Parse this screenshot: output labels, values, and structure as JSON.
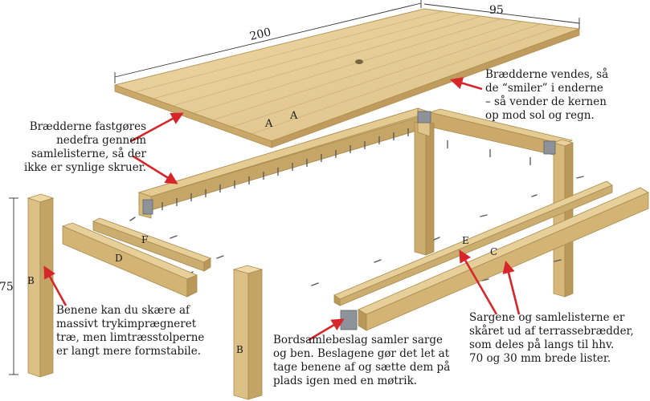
{
  "dimensions": {
    "length": "200",
    "width": "95",
    "height": "75"
  },
  "part_labels": {
    "top_a1": "A",
    "top_a2": "A",
    "leg_left": "B",
    "leg_center": "B",
    "rail_c": "C",
    "rail_d": "D",
    "rail_e": "E",
    "rail_f": "F"
  },
  "notes": {
    "boards_fastening": [
      "Brædderne fastgøres",
      "nedefra gennem",
      "samlelisterne, så der",
      "ikke er synlige skruer."
    ],
    "boards_smile": [
      "Brædderne vendes, så",
      "de “smiler” i enderne",
      "– så vender de kernen",
      "op mod sol og regn."
    ],
    "legs": [
      "Benene kan du skære af",
      "massivt trykimprægneret",
      "træ, men limtræsstolperne",
      "er langt mere formstabile."
    ],
    "brackets": [
      "Bordsamlebeslag samler sarge",
      "og ben. Beslagene gør det let at",
      "tage benene af og sætte dem på",
      "plads igen med en møtrik."
    ],
    "rails": [
      "Sargene og samlelisterne er",
      "skåret ud af terrassebrædder,",
      "som deles på langs til hhv.",
      "70 og 30 mm brede lister."
    ]
  },
  "colors": {
    "wood_light": "#e6cf98",
    "wood_mid": "#d8bb7c",
    "wood_dark": "#b99859",
    "wood_grain": "#c9a86a",
    "metal": "#8d9399",
    "arrow": "#d7262a"
  }
}
